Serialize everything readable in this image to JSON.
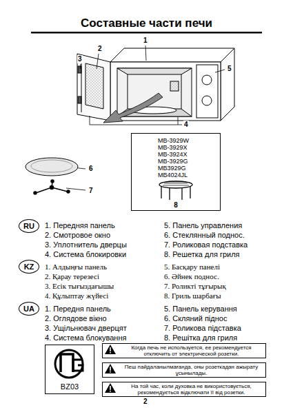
{
  "diagram": {
    "title": "Составные части печи",
    "nodes": [
      {
        "text": [
          "MB-3929W",
          "MB-3929X",
          "MB-3924X",
          "MB-3929G",
          "MB3929G",
          "MB4024JL",
          "8"
        ]
      },
      {
        "text": [
          "RU"
        ]
      },
      {
        "text": [
          "KZ"
        ]
      },
      {
        "text": [
          "UA"
        ]
      },
      {
        "text": [
          "BZ03"
        ]
      },
      {
        "text": [
          "Когда печь не используется, ее рекомендуется отключить от электрической розетки."
        ]
      },
      {
        "text": [
          "Пеш пайдаланылмағанда, оны розеткадан ажырату ұсынылады."
        ]
      },
      {
        "text": [
          "На той час, коли духовка не використовується, рекомендується відключати її від розетки."
        ]
      }
    ],
    "labels": [
      "1",
      "2",
      "3",
      "5",
      "4",
      "6",
      "7",
      "1. Передняя панель",
      "5. Панель управления",
      "2. Смотровое окно",
      "6. Стеклянный поднос.",
      "3. Уплотнитель дверцы",
      "7. Роликовая подставка",
      "4. Система блокировки",
      "8. Решетка для гриля",
      "1. Алдыңғы панель",
      "5. Басқару панелі",
      "2. Қарау терезесі",
      "6. Әйнек поднос.",
      "3. Есік тығыздағышы",
      "7. Роликті тұғырық",
      "4. Құлыптау жүйесі",
      "8. Гриль шарбағы",
      "1. Передня панель",
      "5. Панель керування",
      "2. Оглядове вікно",
      "6. Скляний піднос",
      "3. Ущільнювач дверцят",
      "7. Роликова підставка",
      "4. Система блокування",
      "8. Решітка для гриля",
      "2"
    ]
  }
}
